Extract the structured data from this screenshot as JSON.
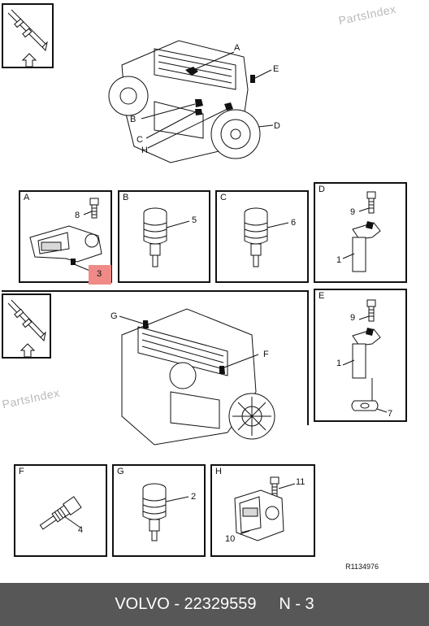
{
  "watermarks": [
    "PartsIndex",
    "PartsIndex"
  ],
  "top_engine": {
    "callouts": [
      "A",
      "E",
      "B",
      "D",
      "C",
      "H"
    ]
  },
  "panels": {
    "A": {
      "letter": "A",
      "parts": [
        "8",
        "3"
      ]
    },
    "B": {
      "letter": "B",
      "parts": [
        "5"
      ]
    },
    "C": {
      "letter": "C",
      "parts": [
        "6"
      ]
    },
    "D": {
      "letter": "D",
      "parts": [
        "9",
        "1"
      ]
    },
    "E": {
      "letter": "E",
      "parts": [
        "9",
        "1",
        "7"
      ]
    },
    "F": {
      "letter": "F",
      "parts": [
        "4"
      ]
    },
    "G": {
      "letter": "G",
      "parts": [
        "2"
      ]
    },
    "H": {
      "letter": "H",
      "parts": [
        "11",
        "10"
      ]
    }
  },
  "bottom_engine": {
    "callouts": [
      "G",
      "F"
    ]
  },
  "reference": "R1134976",
  "footer": {
    "brand": "VOLVO",
    "separator": " - ",
    "part_number": "22329559",
    "position": "N - 3"
  },
  "colors": {
    "highlight": "#ef8a86",
    "footer_bg": "#575757"
  }
}
